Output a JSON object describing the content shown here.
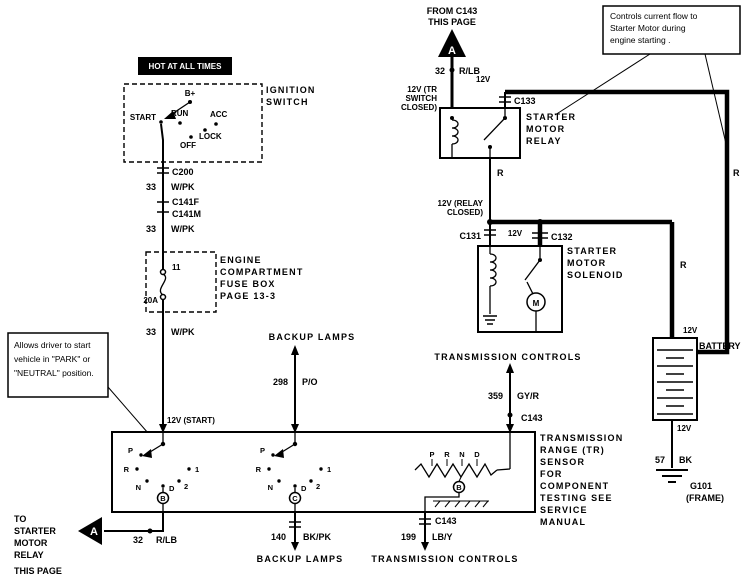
{
  "top": {
    "from_label_1": "FROM C143",
    "from_label_2": "THIS PAGE",
    "arrow_letter": "A",
    "wire_num": "32",
    "wire_color": "R/LB",
    "note_line_1": "Controls current flow to",
    "note_line_2": "Starter Motor during",
    "note_line_3": "engine starting ."
  },
  "relay": {
    "tr_closed_1": "12V (TR",
    "tr_closed_2": "SWITCH",
    "tr_closed_3": "CLOSED)",
    "v12_top": "12V",
    "c133": "C133",
    "name_1": "STARTER",
    "name_2": "MOTOR",
    "name_3": "RELAY",
    "out_wire": "R",
    "relay_closed_1": "12V (RELAY",
    "relay_closed_2": "CLOSED)",
    "c131": "C131",
    "v12_branch": "12V",
    "c132": "C132"
  },
  "solenoid": {
    "name_1": "STARTER",
    "name_2": "MOTOR",
    "name_3": "SOLENOID",
    "motor_letter": "M"
  },
  "battery": {
    "cable_r_top": "R",
    "cable_r_mid": "R",
    "v12_top": "12V",
    "name": "BATTERY",
    "v12_bottom": "12V",
    "wire_num": "57",
    "wire_color": "BK",
    "ground_1": "G101",
    "ground_2": "(FRAME)"
  },
  "ignition": {
    "hot_label": "HOT AT ALL TIMES",
    "name_1": "IGNITION",
    "name_2": "SWITCH",
    "bplus": "B+",
    "pos_start": "START",
    "pos_run": "RUN",
    "pos_acc": "ACC",
    "pos_off": "OFF",
    "pos_lock": "LOCK",
    "c200": "C200",
    "w33_a_num": "33",
    "w33_a_color": "W/PK",
    "c141f": "C141F",
    "c141m": "C141M",
    "w33_b_num": "33",
    "w33_b_color": "W/PK",
    "w33_c_num": "33",
    "w33_c_color": "W/PK",
    "v12_start": "12V (START)"
  },
  "fusebox": {
    "fuse_num": "11",
    "fuse_rating": "20A",
    "name_1": "ENGINE",
    "name_2": "COMPARTMENT",
    "name_3": "FUSE BOX",
    "name_4": "PAGE 13-3"
  },
  "left_note": {
    "line_1": "Allows driver to start",
    "line_2": "vehicle in \"PARK\" or",
    "line_3": "\"NEUTRAL\" position."
  },
  "middle": {
    "backup_lamps_top": "BACKUP LAMPS",
    "w298_num": "298",
    "w298_color": "P/O",
    "trans_controls_top": "TRANSMISSION CONTROLS",
    "w359_num": "359",
    "w359_color": "GY/R",
    "c143_top": "C143"
  },
  "tr_sensor": {
    "name_1": "TRANSMISSION",
    "name_2": "RANGE (TR)",
    "name_3": "SENSOR",
    "name_4": "FOR",
    "name_5": "COMPONENT",
    "name_6": "TESTING SEE",
    "name_7": "SERVICE",
    "name_8": "MANUAL",
    "sw1": {
      "p": "P",
      "r": "R",
      "n": "N",
      "d": "D",
      "two": "2",
      "one": "1",
      "circ": "B"
    },
    "sw2": {
      "p": "P",
      "r": "R",
      "n": "N",
      "d": "D",
      "two": "2",
      "one": "1",
      "circ": "C"
    },
    "sw3": {
      "p": "P",
      "r": "R",
      "n": "N",
      "d": "D",
      "circ": "B"
    }
  },
  "bottom": {
    "to_1": "TO",
    "to_2": "STARTER",
    "to_3": "MOTOR",
    "to_4": "RELAY",
    "to_5": "THIS PAGE",
    "arrow_letter": "A",
    "w32_num": "32",
    "w32_color": "R/LB",
    "w140_num": "140",
    "w140_color": "BK/PK",
    "backup_lamps": "BACKUP LAMPS",
    "c143": "C143",
    "w199_num": "199",
    "w199_color": "LB/Y",
    "trans_controls": "TRANSMISSION CONTROLS"
  }
}
